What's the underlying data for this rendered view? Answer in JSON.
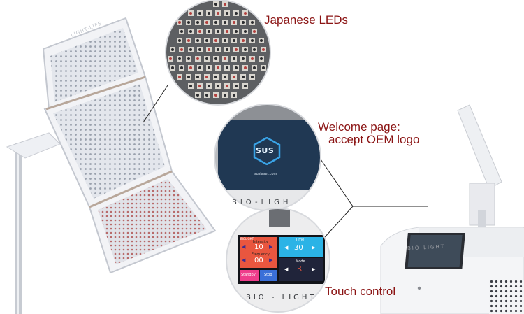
{
  "callouts": {
    "leds": "Japanese LEDs",
    "welcome_line1": "Welcome page:",
    "welcome_line2": "accept OEM logo",
    "touch": "Touch control"
  },
  "welcome_screen": {
    "logo_text": "SUS",
    "url": "suslaser.com",
    "panel_text": "BIO-LIGH"
  },
  "touch_screen": {
    "header": "BIOLIGHT",
    "intensity_label": "Intensity",
    "intensity_value": "10",
    "frequency_label": "Frequency",
    "frequency_value": "00",
    "time_label": "Time",
    "time_value": "30",
    "mode_label": "Mode",
    "mode_value": "R",
    "standby_label": "Standby",
    "stop_label": "Stop",
    "panel_text": "BIO - LIGHT"
  },
  "device": {
    "brand_text": "BIO-LIGHT",
    "lamp_brand": "LIGHT-LIFE"
  },
  "colors": {
    "callout_text": "#8b1414",
    "device_white": "#f4f5f7",
    "led_panel": "#dfe2e8",
    "intensity_bg": "#e9563f",
    "time_bg": "#2bb3e6",
    "mode_bg": "#20243a",
    "standby_bg": "#ef3d8b",
    "stop_bg": "#3a6fd8"
  }
}
